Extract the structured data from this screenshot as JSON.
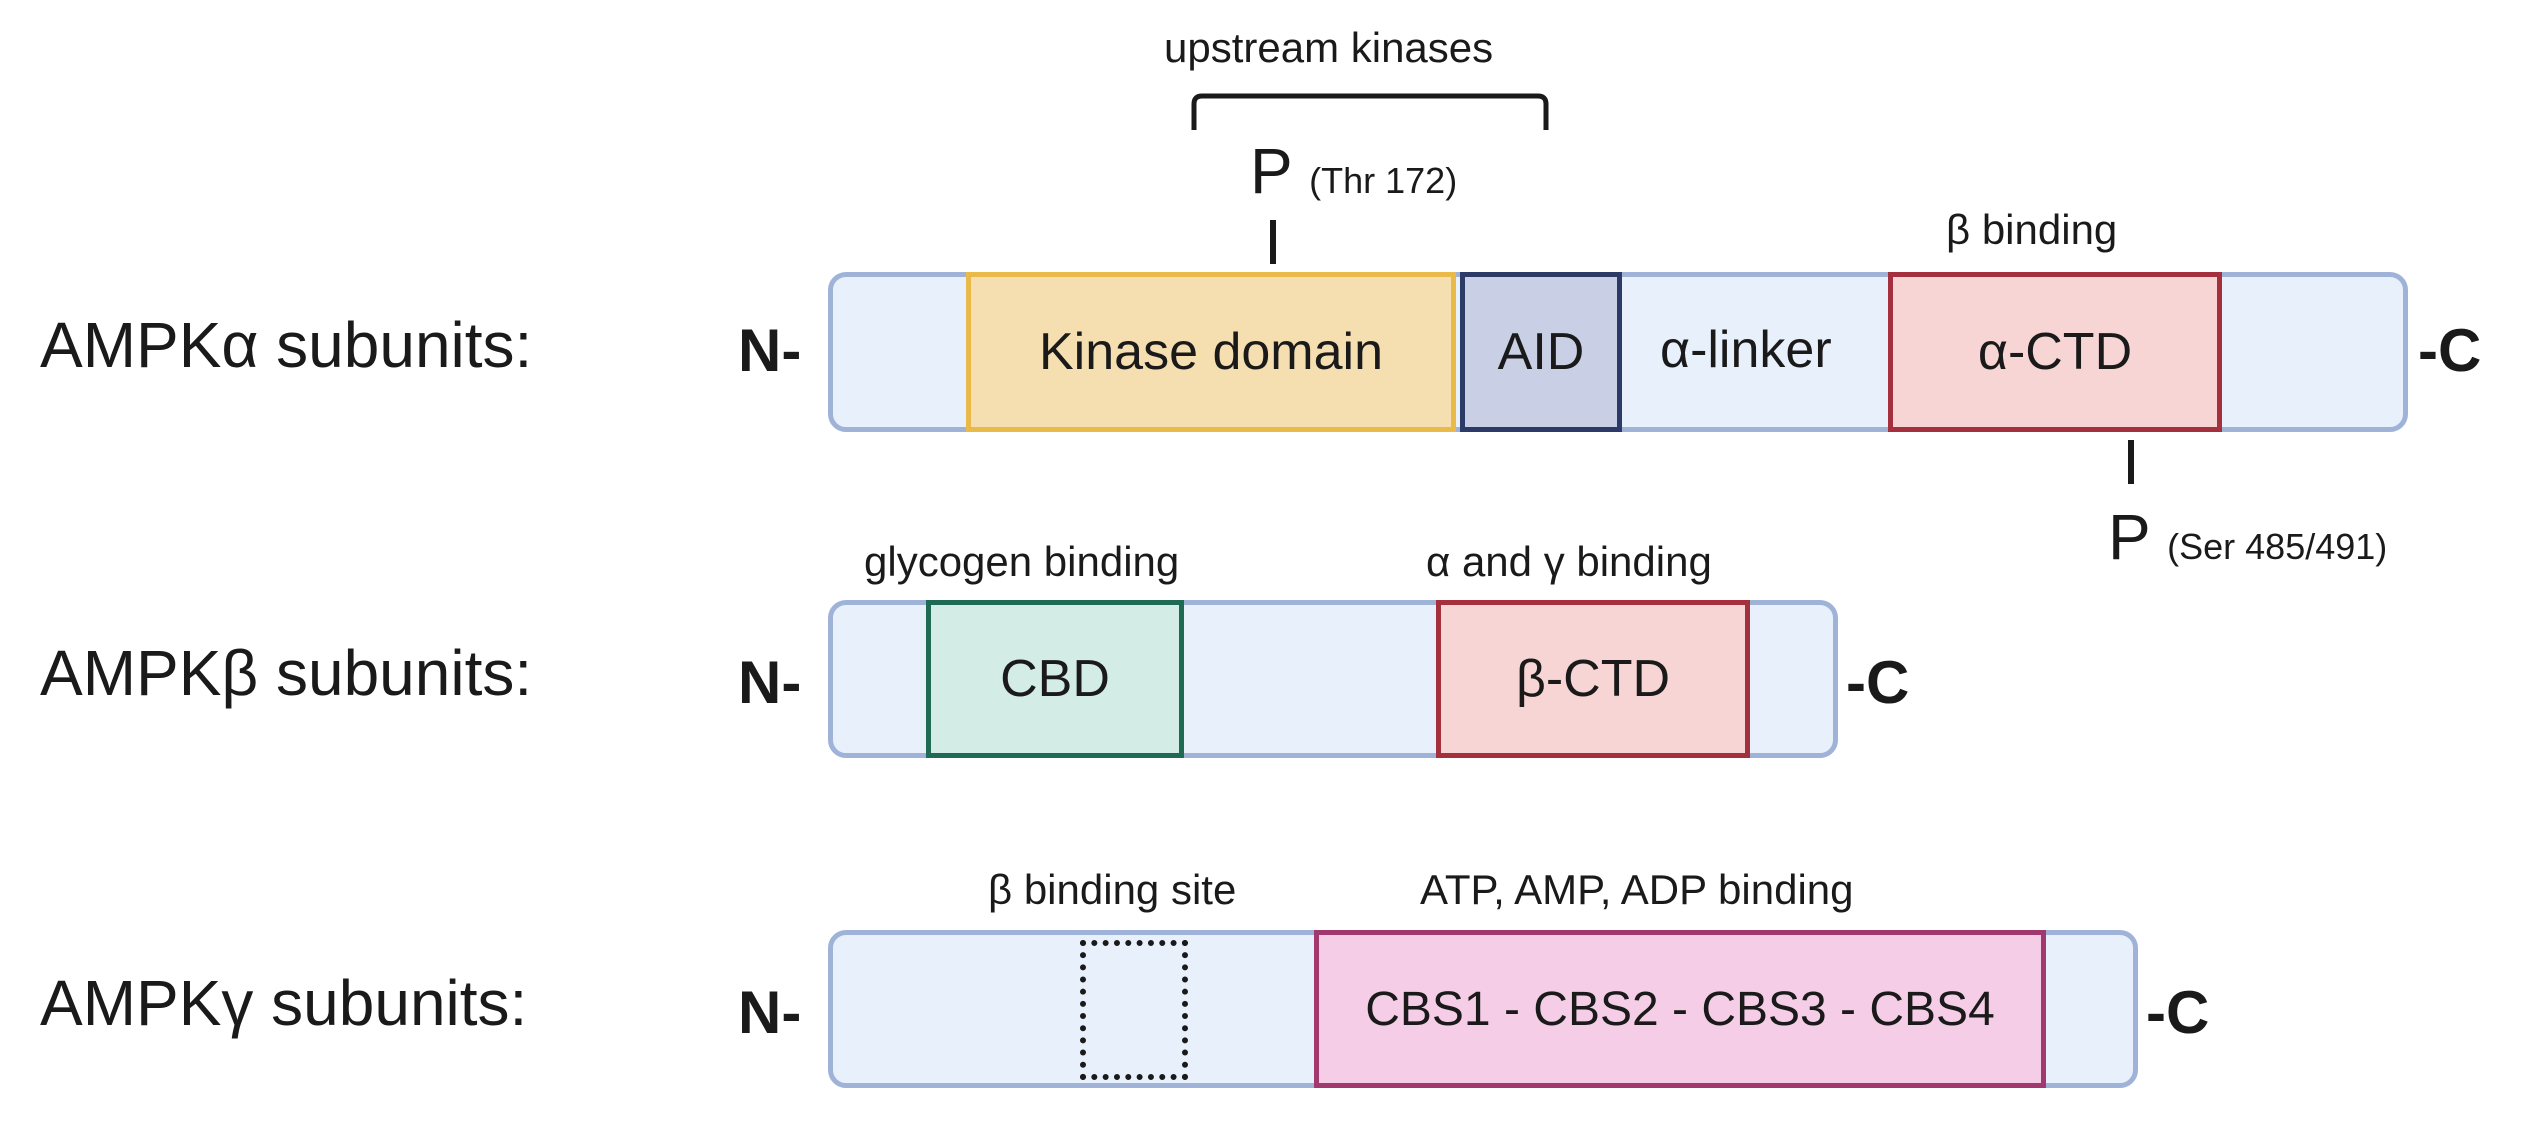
{
  "terminals": {
    "n": "N-",
    "c": "-C"
  },
  "alpha": {
    "label": "AMPKα subunits:",
    "upstream": "upstream kinases",
    "p_top": {
      "letter": "P",
      "site": "(Thr 172)"
    },
    "p_bottom": {
      "letter": "P",
      "site": "(Ser 485/491)"
    },
    "beta_binding": "β binding",
    "kinase": "Kinase domain",
    "aid": "AID",
    "linker": "α-linker",
    "ctd": "α-CTD"
  },
  "beta": {
    "label": "AMPKβ subunits:",
    "glycogen": "glycogen binding",
    "ag_binding": "α and γ binding",
    "cbd": "CBD",
    "ctd": "β-CTD"
  },
  "gamma": {
    "label": "AMPKγ subunits:",
    "beta_site": "β binding site",
    "nucleotide": "ATP, AMP, ADP binding",
    "cbs": "CBS1 - CBS2 - CBS3 - CBS4"
  },
  "colors": {
    "bar_fill": "#e8f0fb",
    "bar_border": "#9fb3d8",
    "kinase_fill": "#f5deb0",
    "kinase_border": "#e9b94a",
    "aid_fill": "#c9d0e6",
    "aid_border": "#2b3a67",
    "alpha_ctd_fill": "#f8d5d5",
    "alpha_ctd_border": "#a5303d",
    "cbd_fill": "#d4ece6",
    "cbd_border": "#1f6a55",
    "beta_ctd_fill": "#f8d5d5",
    "beta_ctd_border": "#a5303d",
    "cbs_fill": "#f5cde6",
    "cbs_border": "#a2396e"
  }
}
